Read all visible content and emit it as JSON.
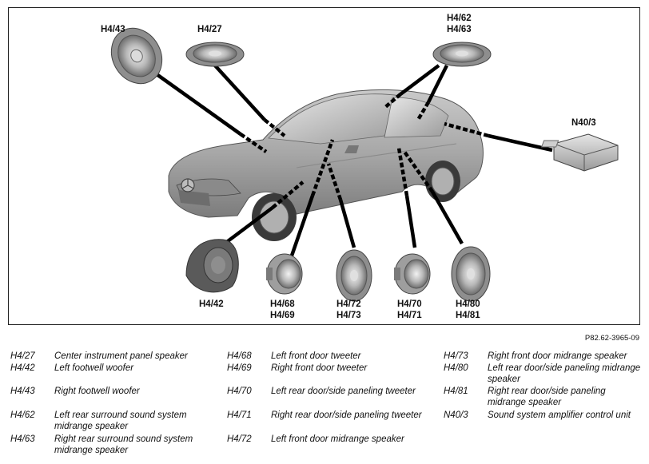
{
  "callouts": {
    "h4_43": "H4/43",
    "h4_27": "H4/27",
    "h4_62": "H4/62",
    "h4_63": "H4/63",
    "n40_3": "N40/3",
    "h4_42": "H4/42",
    "h4_68": "H4/68",
    "h4_69": "H4/69",
    "h4_72": "H4/72",
    "h4_73": "H4/73",
    "h4_70": "H4/70",
    "h4_71": "H4/71",
    "h4_80": "H4/80",
    "h4_81": "H4/81"
  },
  "figure_id": "P82.62-3965-09",
  "legend": [
    {
      "code": "H4/27",
      "text": "Center instrument panel speaker"
    },
    {
      "code": "H4/42",
      "text": "Left footwell woofer"
    },
    {
      "code": "H4/43",
      "text": "Right footwell woofer"
    },
    {
      "code": "H4/62",
      "text": "Left rear surround sound system midrange speaker"
    },
    {
      "code": "H4/63",
      "text": "Right rear surround sound system midrange speaker"
    },
    {
      "code": "H4/68",
      "text": "Left front door tweeter"
    },
    {
      "code": "H4/69",
      "text": "Right front door tweeter"
    },
    {
      "code": "H4/70",
      "text": "Left rear door/side paneling tweeter"
    },
    {
      "code": "H4/71",
      "text": "Right rear door/side paneling tweeter"
    },
    {
      "code": "H4/72",
      "text": "Left front door midrange speaker"
    },
    {
      "code": "H4/73",
      "text": "Right front door midrange speaker"
    },
    {
      "code": "H4/80",
      "text": "Left rear door/side paneling midrange speaker"
    },
    {
      "code": "H4/81",
      "text": "Right rear door/side paneling midrange speaker"
    },
    {
      "code": "N40/3",
      "text": "Sound system amplifier control unit"
    }
  ]
}
